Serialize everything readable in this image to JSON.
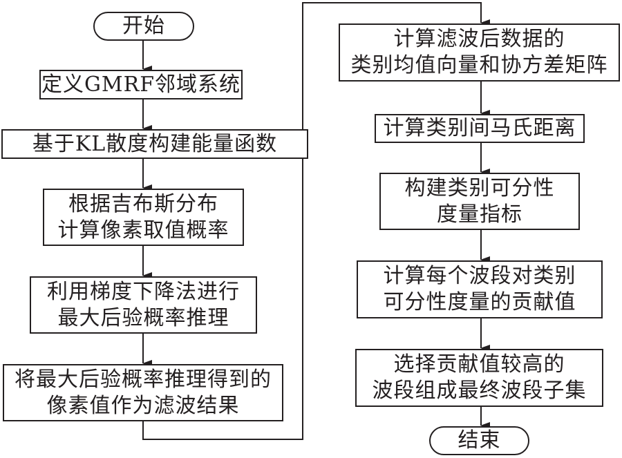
{
  "flowchart": {
    "left_column": {
      "start": "开始",
      "steps": [
        {
          "lines": [
            "定义GMRF邻域系统"
          ]
        },
        {
          "lines": [
            "基于KL散度构建能量函数"
          ]
        },
        {
          "lines": [
            "根据吉布斯分布",
            "计算像素取值概率"
          ]
        },
        {
          "lines": [
            "利用梯度下降法进行",
            "最大后验概率推理"
          ]
        },
        {
          "lines": [
            "将最大后验概率推理得到的",
            "像素值作为滤波结果"
          ]
        }
      ]
    },
    "right_column": {
      "steps": [
        {
          "lines": [
            "计算滤波后数据的",
            "类别均值向量和协方差矩阵"
          ]
        },
        {
          "lines": [
            "计算类别间马氏距离"
          ]
        },
        {
          "lines": [
            "构建类别可分性",
            "度量指标"
          ]
        },
        {
          "lines": [
            "计算每个波段对类别",
            "可分性度量的贡献值"
          ]
        },
        {
          "lines": [
            "选择贡献值较高的",
            "波段组成最终波段子集"
          ]
        }
      ],
      "end": "结束"
    },
    "colors": {
      "stroke": "#231f20",
      "background": "#ffffff"
    }
  }
}
